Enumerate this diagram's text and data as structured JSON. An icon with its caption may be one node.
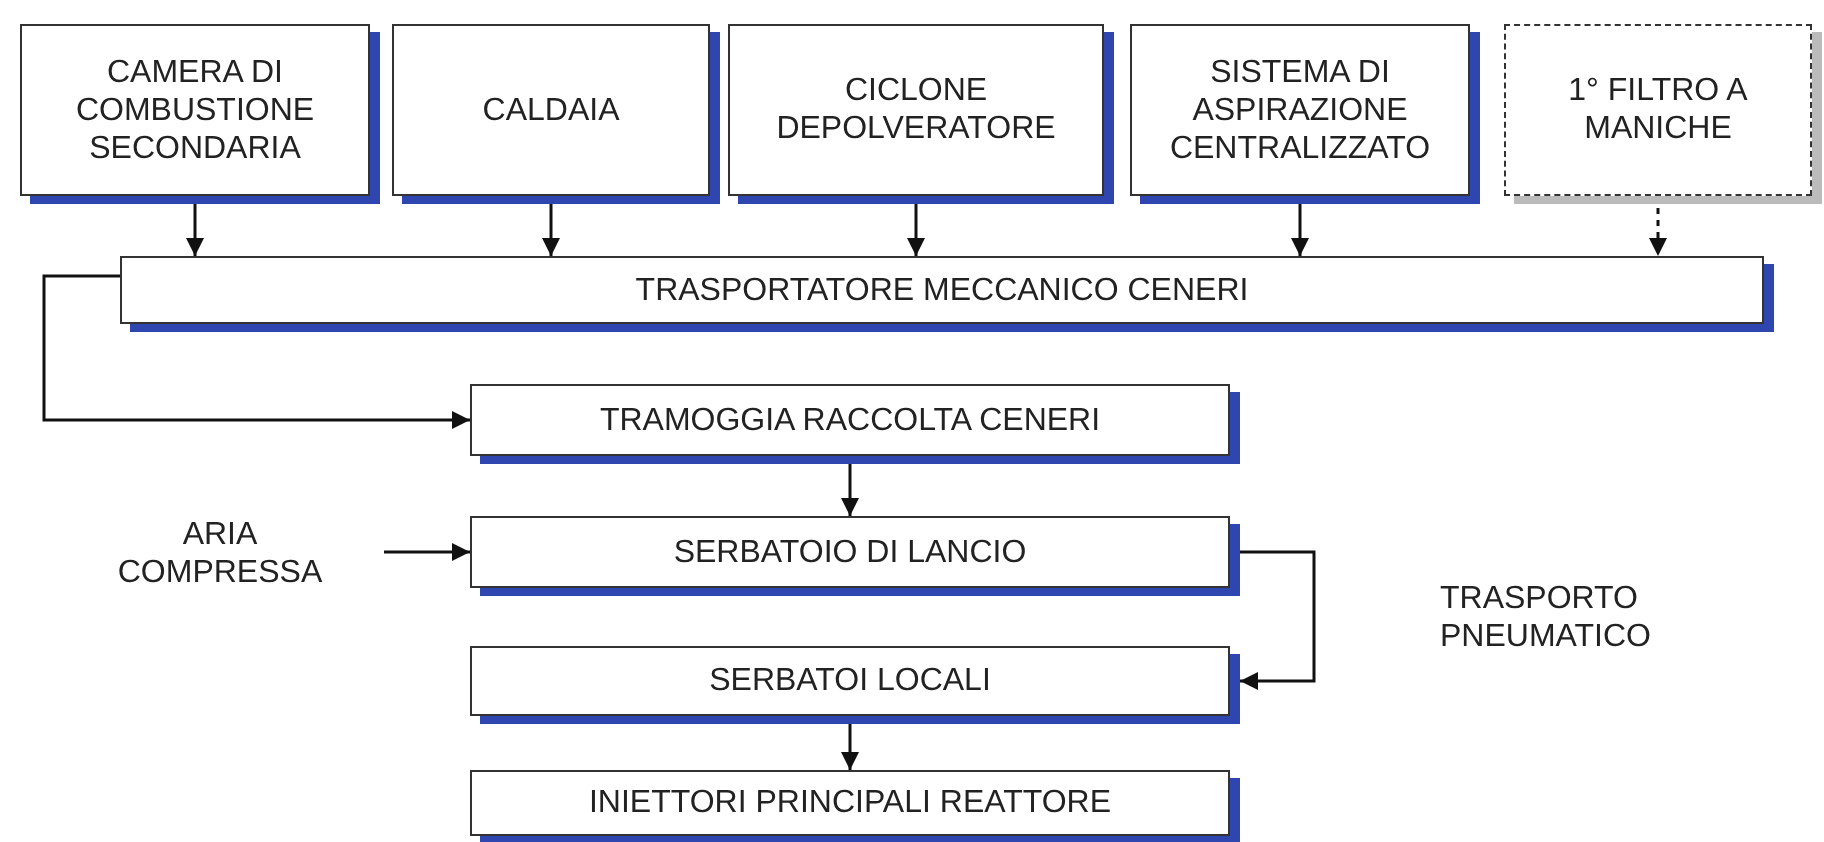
{
  "diagram": {
    "nodes": [
      {
        "text": [
          "CAMERA DI COMBUSTIONE SECONDARIA"
        ]
      },
      {
        "text": [
          "CALDAIA"
        ]
      },
      {
        "text": [
          "CICLONE DEPOLVERATORE"
        ]
      },
      {
        "text": [
          "SISTEMA DI ASPIRAZIONE CENTRALIZZATO"
        ]
      },
      {
        "text": [
          "1° FILTRO A MANICHE"
        ]
      },
      {
        "text": [
          "TRASPORTATORE MECCANICO CENERI"
        ]
      },
      {
        "text": [
          "TRAMOGGIA RACCOLTA CENERI"
        ]
      },
      {
        "text": [
          "ARIA COMPRESSA"
        ]
      },
      {
        "text": [
          "SERBATOIO DI LANCIO"
        ]
      },
      {
        "text": [
          "SERBATOI LOCALI"
        ]
      },
      {
        "text": [
          "INIETTORI PRINCIPALI REATTORE"
        ]
      }
    ],
    "edges": [
      {
        "from": 0,
        "to": 5,
        "arrow": "to"
      },
      {
        "from": 1,
        "to": 5,
        "arrow": "to"
      },
      {
        "from": 2,
        "to": 5,
        "arrow": "to"
      },
      {
        "from": 3,
        "to": 5,
        "arrow": "to"
      },
      {
        "from": 4,
        "to": 5,
        "arrow": "to",
        "style": "dashed"
      },
      {
        "from": 5,
        "to": 6,
        "arrow": "to"
      },
      {
        "from": 6,
        "to": 8,
        "arrow": "to"
      },
      {
        "from": 7,
        "to": 8,
        "arrow": "to"
      },
      {
        "from": 8,
        "to": 9,
        "arrow": "to"
      },
      {
        "from": 9,
        "to": 10,
        "arrow": "to"
      }
    ],
    "labels": [
      "TRASPORTO PNEUMATICO"
    ]
  }
}
